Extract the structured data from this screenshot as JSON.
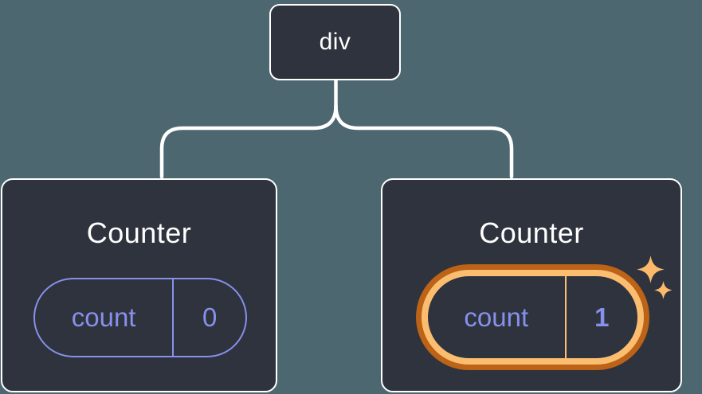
{
  "tree": {
    "root": {
      "label": "div"
    },
    "children": [
      {
        "title": "Counter",
        "state_key": "count",
        "state_value": "0",
        "highlighted": false
      },
      {
        "title": "Counter",
        "state_key": "count",
        "state_value": "1",
        "highlighted": true
      }
    ]
  },
  "icons": {
    "sparkle_large": "sparkle-icon",
    "sparkle_small": "sparkle-icon"
  },
  "colors": {
    "background": "#4D6770",
    "node_fill": "#2E333D",
    "node_border": "#FFFFFF",
    "state_accent": "#8790EA",
    "highlight_outer": "#BC6318",
    "highlight_inner": "#FBBE70",
    "sparkle": "#FBBA6A"
  }
}
